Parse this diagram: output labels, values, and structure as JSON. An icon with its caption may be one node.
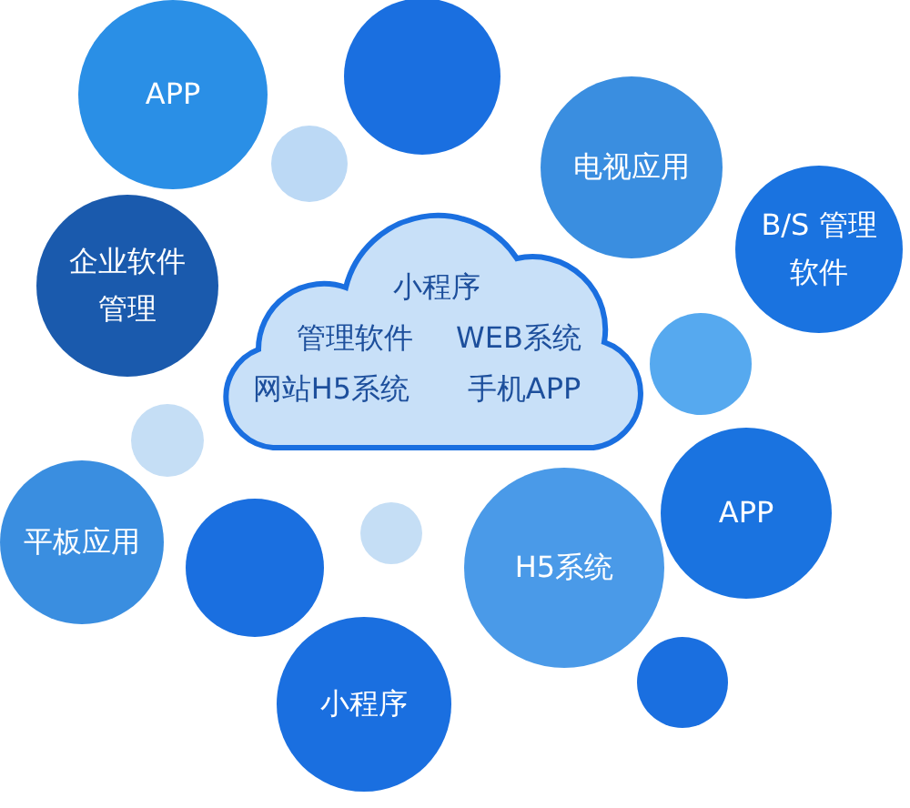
{
  "diagram": {
    "nodes": [
      {
        "text": [],
        "shape": "circle"
      },
      {
        "text": [
          "APP"
        ]
      },
      {
        "text": [],
        "shape": "circle"
      },
      {
        "text": [
          "电视应用"
        ]
      },
      {
        "text": [
          "小程序",
          "管理软件",
          "WEB系统",
          "网站H5系统",
          "手机APP"
        ]
      },
      {
        "text": [
          "B/S 管理软件"
        ]
      },
      {
        "text": [
          "企业软件管理"
        ]
      },
      {
        "text": [],
        "shape": "circle"
      },
      {
        "text": [],
        "shape": "circle"
      },
      {
        "text": [
          "APP"
        ]
      },
      {
        "text": [
          "平板应用"
        ]
      },
      {
        "text": [],
        "shape": "circle"
      },
      {
        "text": [],
        "shape": "circle"
      },
      {
        "text": [
          "H5系统"
        ]
      },
      {
        "text": [],
        "shape": "circle"
      },
      {
        "text": [
          "小程序"
        ]
      }
    ]
  }
}
